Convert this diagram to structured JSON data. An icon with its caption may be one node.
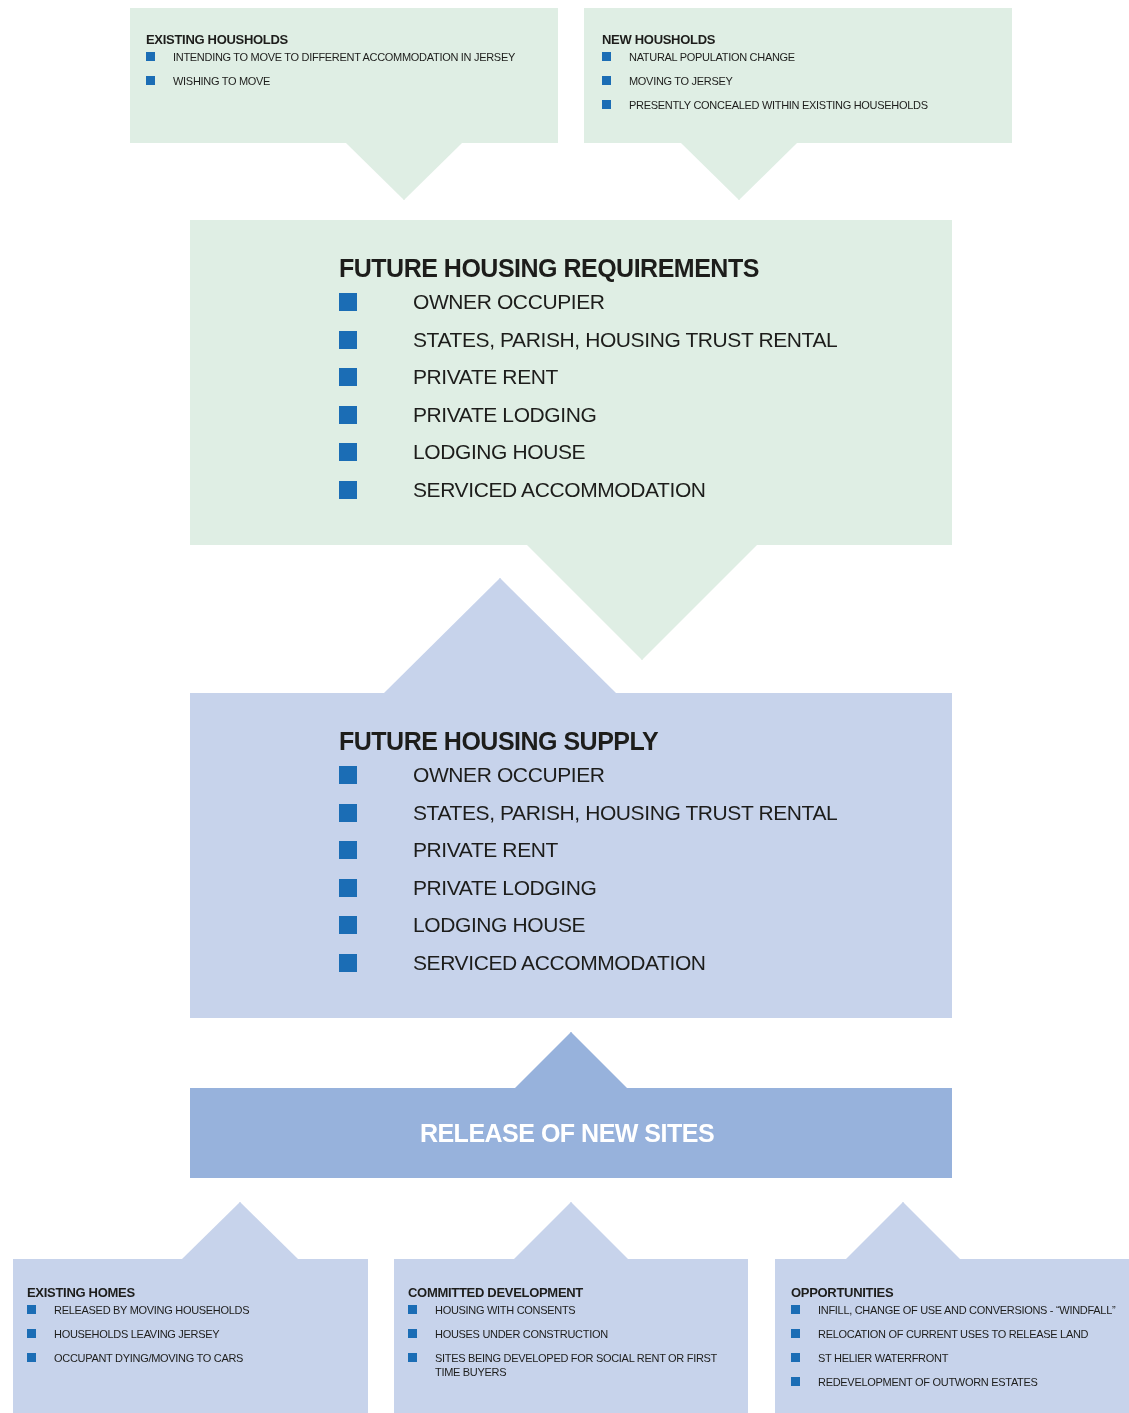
{
  "diagram": {
    "nodes": [
      {
        "text": [
          "EXISTING HOUSHOLDS",
          "INTENDING TO MOVE TO DIFFERENT ACCOMMODATION IN JERSEY",
          "WISHING TO MOVE"
        ]
      },
      {
        "text": [
          "NEW HOUSHOLDS",
          "NATURAL POPULATION CHANGE",
          "MOVING TO JERSEY",
          "PRESENTLY CONCEALED WITHIN EXISTING HOUSEHOLDS"
        ]
      },
      {
        "text": [
          "FUTURE HOUSING REQUIREMENTS",
          "OWNER OCCUPIER",
          "STATES, PARISH, HOUSING TRUST RENTAL",
          "PRIVATE RENT",
          "PRIVATE LODGING",
          "LODGING HOUSE",
          "SERVICED ACCOMMODATION"
        ]
      },
      {
        "text": [
          "FUTURE HOUSING SUPPLY",
          "OWNER OCCUPIER",
          "STATES, PARISH, HOUSING TRUST RENTAL",
          "PRIVATE RENT",
          "PRIVATE LODGING",
          "LODGING HOUSE",
          "SERVICED ACCOMMODATION"
        ]
      },
      {
        "text": [
          "RELEASE OF NEW SITES"
        ]
      },
      {
        "text": [
          "EXISTING HOMES",
          "RELEASED BY MOVING HOUSEHOLDS",
          "HOUSEHOLDS LEAVING JERSEY",
          "OCCUPANT DYING/MOVING TO CARS"
        ]
      },
      {
        "text": [
          "COMMITTED DEVELOPMENT",
          "HOUSING WITH CONSENTS",
          "HOUSES UNDER CONSTRUCTION",
          "SITES BEING DEVELOPED FOR SOCIAL RENT OR FIRST TIME BUYERS"
        ]
      },
      {
        "text": [
          "OPPORTUNITIES",
          "INFILL, CHANGE OF USE AND CONVERSIONS - “WINDFALL”",
          "RELOCATION OF CURRENT USES TO RELEASE LAND",
          "ST HELIER WATERFRONT",
          "REDEVELOPMENT OF OUTWORN ESTATES"
        ]
      }
    ],
    "edges": [
      {
        "from": 0,
        "to": 2,
        "arrow": "to"
      },
      {
        "from": 1,
        "to": 2,
        "arrow": "to"
      },
      {
        "from": 2,
        "to": 3,
        "arrow": "to"
      },
      {
        "from": 3,
        "to": 2,
        "arrow": "to"
      },
      {
        "from": 4,
        "to": 3,
        "arrow": "to"
      },
      {
        "from": 5,
        "to": 4,
        "arrow": "to"
      },
      {
        "from": 6,
        "to": 4,
        "arrow": "to"
      },
      {
        "from": 7,
        "to": 4,
        "arrow": "to"
      }
    ]
  }
}
